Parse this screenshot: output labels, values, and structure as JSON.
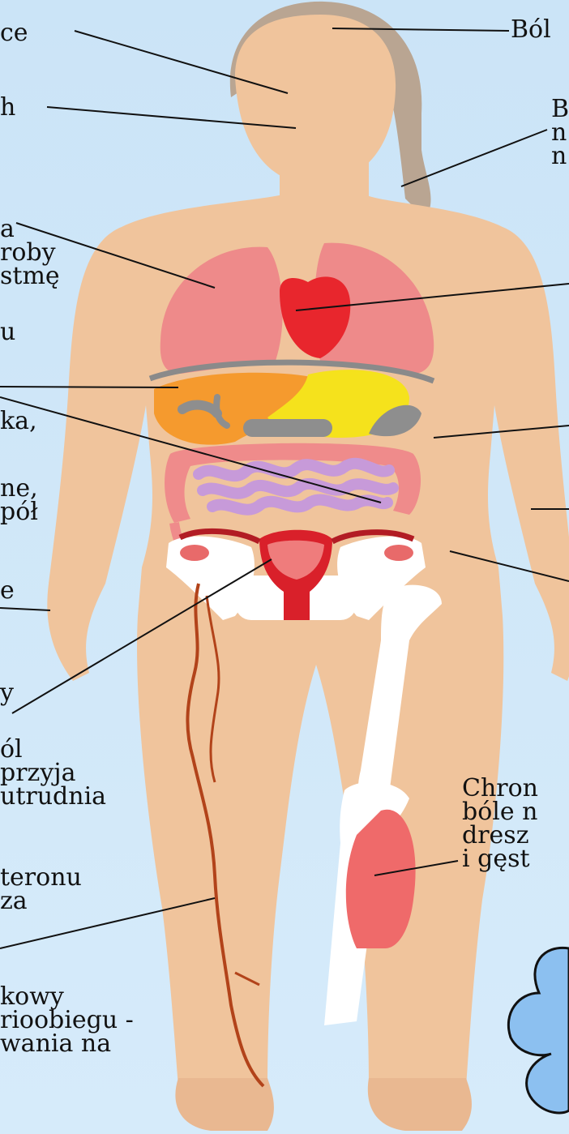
{
  "labels": {
    "top_left_1": "ce",
    "top_left_2": "h",
    "left_3": "a\nroby\nstmę",
    "left_4": "u",
    "left_5": "ka,",
    "left_6": "ne,\npół",
    "left_7": "e",
    "left_8": "y",
    "left_9": "ól\nprzyja\nutrudnia",
    "left_10": "teronu\nza",
    "left_11": "kowy\nrioobiegu -\nwania na",
    "right_1": "Ból",
    "right_2": "B\nn\nn",
    "right_3": "Chron\nbóle n\ndresz\ni gęst"
  },
  "colors": {
    "background": "#cfe6f8",
    "skin": "#f0c49c",
    "hair": "#b9a592",
    "lungs": "#ee8a8a",
    "heart": "#e8262d",
    "liver": "#f59a2e",
    "stomach": "#f5e21c",
    "intestines": "#c79ad9",
    "colon": "#ef8b8b",
    "uterus": "#d9202a",
    "bone": "#ffffff",
    "vein": "#b2431a",
    "cloud": "#8cc0f0"
  }
}
